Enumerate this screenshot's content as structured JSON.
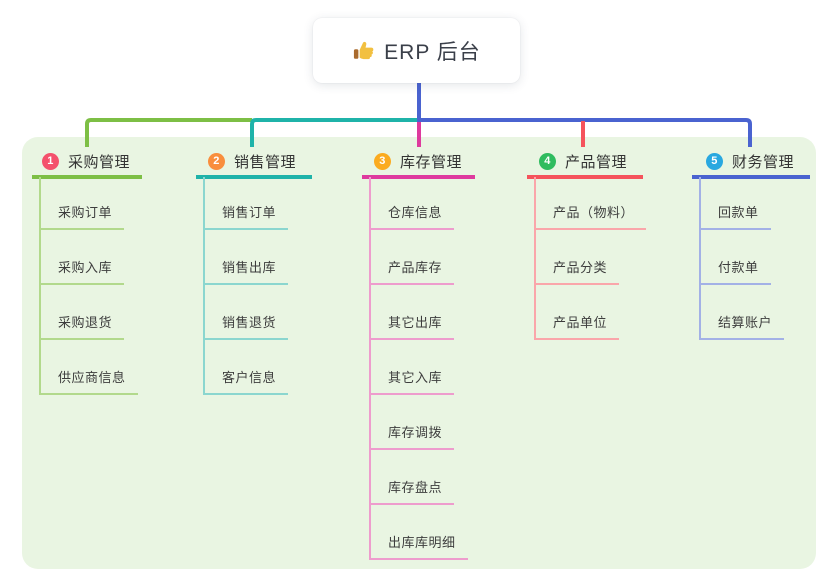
{
  "root": {
    "label": "ERP 后台",
    "icon": "thumbs-up-icon"
  },
  "colors": {
    "panel_background": "#e9f5e2",
    "root_connector": "#4a63d0",
    "branch_line_colors": [
      "#7dbf45",
      "#1fb3a9",
      "#de3a9e",
      "#f5535c",
      "#4a63d0"
    ],
    "branch_child_line_colors": [
      "#b2d98c",
      "#8bd6cf",
      "#ee9ccd",
      "#faa6aa",
      "#a3b1e6"
    ],
    "badge_colors": [
      "#f4516c",
      "#f98e3d",
      "#fbab1f",
      "#2fbc5f",
      "#29a8e0"
    ]
  },
  "branches": [
    {
      "index": "1",
      "label": "采购管理",
      "children": [
        "采购订单",
        "采购入库",
        "采购退货",
        "供应商信息"
      ]
    },
    {
      "index": "2",
      "label": "销售管理",
      "children": [
        "销售订单",
        "销售出库",
        "销售退货",
        "客户信息"
      ]
    },
    {
      "index": "3",
      "label": "库存管理",
      "children": [
        "仓库信息",
        "产品库存",
        "其它出库",
        "其它入库",
        "库存调拨",
        "库存盘点",
        "出库库明细"
      ]
    },
    {
      "index": "4",
      "label": "产品管理",
      "children": [
        "产品（物料）",
        "产品分类",
        "产品单位"
      ]
    },
    {
      "index": "5",
      "label": "财务管理",
      "children": [
        "回款单",
        "付款单",
        "结算账户"
      ]
    }
  ]
}
